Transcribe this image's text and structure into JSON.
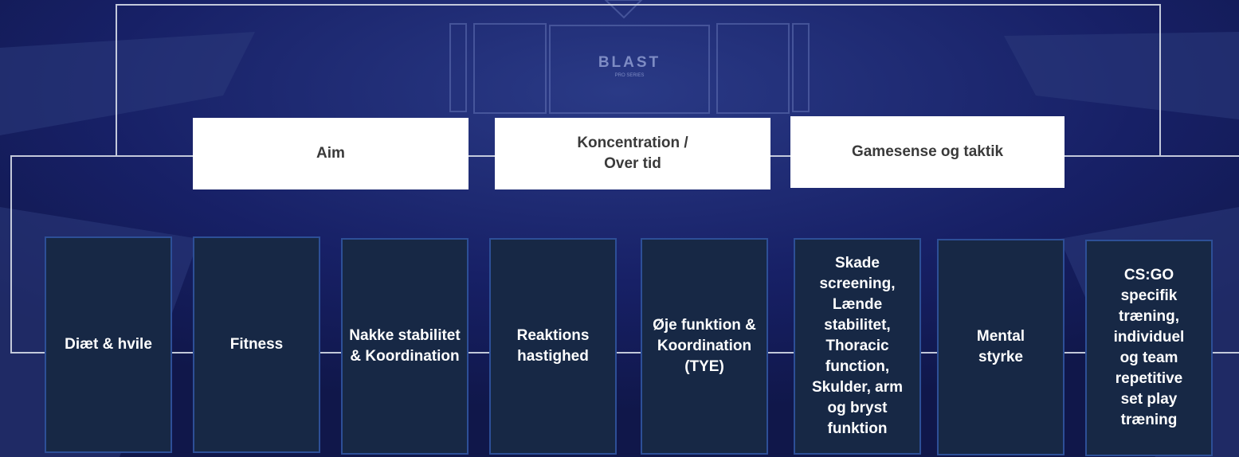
{
  "background": {
    "stage_logo": "BLAST",
    "stage_sub": "PRO SERIES",
    "color": "#141c5a"
  },
  "top_boxes": [
    "Aim",
    "Koncentration /\nOver tid",
    "Gamesense og taktik"
  ],
  "bottom_boxes": [
    "Diæt & hvile",
    "Fitness",
    "Nakke stabilitet & Koordination",
    "Reaktions hastighed",
    "Øje funktion & Koordination (TYE)",
    "Skade screening, Lænde stabilitet, Thoracic function, Skulder, arm og bryst funktion",
    "Mental styrke",
    "CS:GO specifik træning, individuel og team repetitive set play træning"
  ],
  "colors": {
    "box_fill": "#172845",
    "box_border": "#2d4f97",
    "connector": "#d6dbe8"
  }
}
